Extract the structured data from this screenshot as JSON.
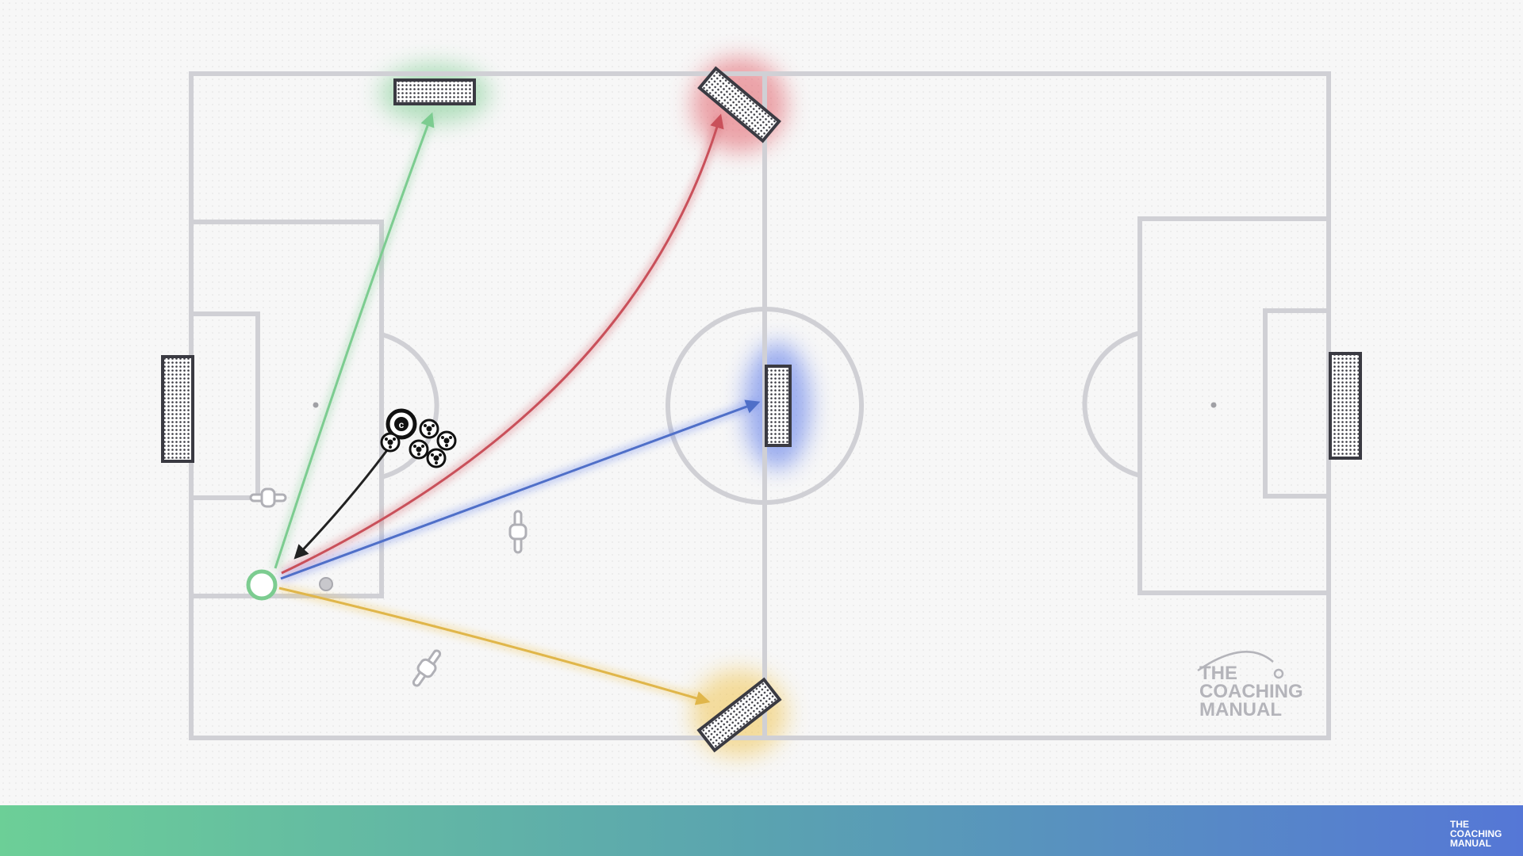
{
  "brand": {
    "pitch_logo": [
      "THE",
      "COACHING",
      "MANUAL"
    ],
    "footer_logo": [
      "THE",
      "COACHING",
      "MANUAL"
    ]
  },
  "colors": {
    "pitch_line": "#d0d0d5",
    "green_route": "#7ccc90",
    "red_route": "#c9505a",
    "blue_route": "#4f6fc8",
    "yellow_route": "#e0b64a",
    "black_route": "#222222",
    "footer_gradient": [
      "#6ccf97",
      "#5577d6"
    ]
  },
  "diagram": {
    "elements": [
      "pitch-outline",
      "halfway-line",
      "centre-circle",
      "left-penalty-area",
      "left-six-yard-box",
      "left-penalty-arc",
      "right-penalty-area",
      "right-six-yard-box",
      "right-penalty-arc",
      "left-main-goal",
      "right-main-goal",
      "green-target-goal",
      "red-target-goal",
      "blue-target-goal",
      "yellow-target-goal",
      "coach-marker",
      "ball-pile",
      "start-cone",
      "mannequin-1",
      "mannequin-2",
      "mannequin-3"
    ],
    "routes": [
      {
        "name": "green-route",
        "color": "green"
      },
      {
        "name": "red-route",
        "color": "red"
      },
      {
        "name": "blue-route",
        "color": "blue"
      },
      {
        "name": "yellow-route",
        "color": "yellow"
      },
      {
        "name": "coach-pass-route",
        "color": "black"
      }
    ]
  }
}
